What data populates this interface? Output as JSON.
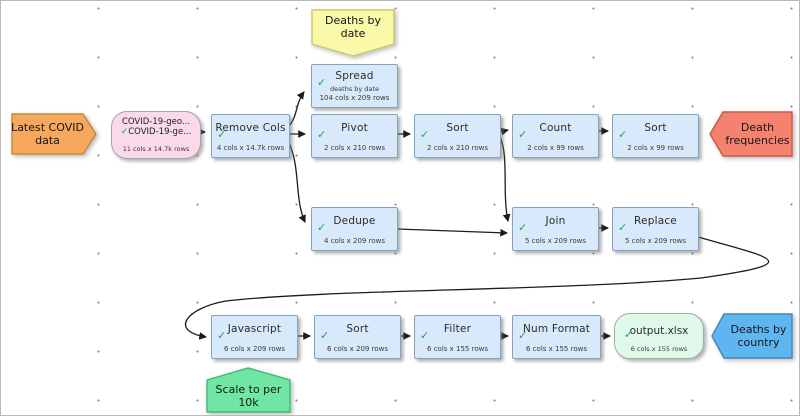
{
  "colors": {
    "transform_node_fill": "#D8E9FB",
    "transform_node_border": "#86A2BE",
    "input_node_fill": "#F9D9EA",
    "output_node_fill": "#DFF8E9",
    "check_green": "#1FA843",
    "wire_black": "#1c1c1c"
  },
  "icons": {
    "check": "✓"
  },
  "flags": {
    "latest_covid": {
      "label": "Latest COVID data",
      "fill": "#F6A85C",
      "direction": "right"
    },
    "death_frequencies": {
      "label": "Death frequencies",
      "fill": "#F4826E",
      "direction": "left"
    },
    "deaths_by_country": {
      "label": "Deaths by country",
      "fill": "#5FB5EF",
      "direction": "left"
    }
  },
  "notes": {
    "deaths_by_date": {
      "label": "Deaths by date",
      "fill": "#F9F9A9",
      "pointer": "down"
    },
    "scale_to_per_10k": {
      "label": "Scale to per 10k",
      "fill": "#6FE7A2",
      "pointer": "up"
    }
  },
  "nodes": {
    "covid_input": {
      "line1": "COVID-19-geo...",
      "line2": "COVID-19-ge...",
      "size": "11 cols x 14.7k rows",
      "type": "input"
    },
    "remove_cols": {
      "title": "Remove Cols",
      "size": "4 cols x 14.7k rows"
    },
    "spread": {
      "title": "Spread",
      "label": "deaths by date",
      "size": "104 cols x 209 rows"
    },
    "pivot": {
      "title": "Pivot",
      "size": "2 cols x 210 rows"
    },
    "sort_1": {
      "title": "Sort",
      "size": "2 cols x 210 rows"
    },
    "count": {
      "title": "Count",
      "size": "2 cols x 99 rows"
    },
    "sort_2": {
      "title": "Sort",
      "size": "2 cols x 99 rows"
    },
    "dedupe": {
      "title": "Dedupe",
      "size": "4 cols x 209 rows"
    },
    "join": {
      "title": "Join",
      "size": "5 cols x 209 rows"
    },
    "replace": {
      "title": "Replace",
      "size": "5 cols x 209 rows"
    },
    "javascript": {
      "title": "Javascript",
      "size": "6 cols x 209 rows"
    },
    "sort_3": {
      "title": "Sort",
      "size": "6 cols x 209 rows"
    },
    "filter": {
      "title": "Filter",
      "size": "6 cols x 155 rows"
    },
    "num_format": {
      "title": "Num Format",
      "size": "6 cols x 155 rows"
    },
    "output_xlsx": {
      "title": "output.xlsx",
      "size": "6 cols x 155 rows",
      "type": "output"
    }
  },
  "edges": [
    {
      "from": "covid-input",
      "to": "remove-cols"
    },
    {
      "from": "remove-cols",
      "to": "spread"
    },
    {
      "from": "remove-cols",
      "to": "pivot"
    },
    {
      "from": "remove-cols",
      "to": "dedupe"
    },
    {
      "from": "pivot",
      "to": "sort-1"
    },
    {
      "from": "sort-1",
      "to": "count"
    },
    {
      "from": "sort-1",
      "to": "join"
    },
    {
      "from": "count",
      "to": "sort-2"
    },
    {
      "from": "dedupe",
      "to": "join"
    },
    {
      "from": "join",
      "to": "replace"
    },
    {
      "from": "replace",
      "to": "javascript"
    },
    {
      "from": "javascript",
      "to": "sort-3"
    },
    {
      "from": "sort-3",
      "to": "filter"
    },
    {
      "from": "filter",
      "to": "num-format"
    },
    {
      "from": "num-format",
      "to": "output-xlsx"
    }
  ]
}
